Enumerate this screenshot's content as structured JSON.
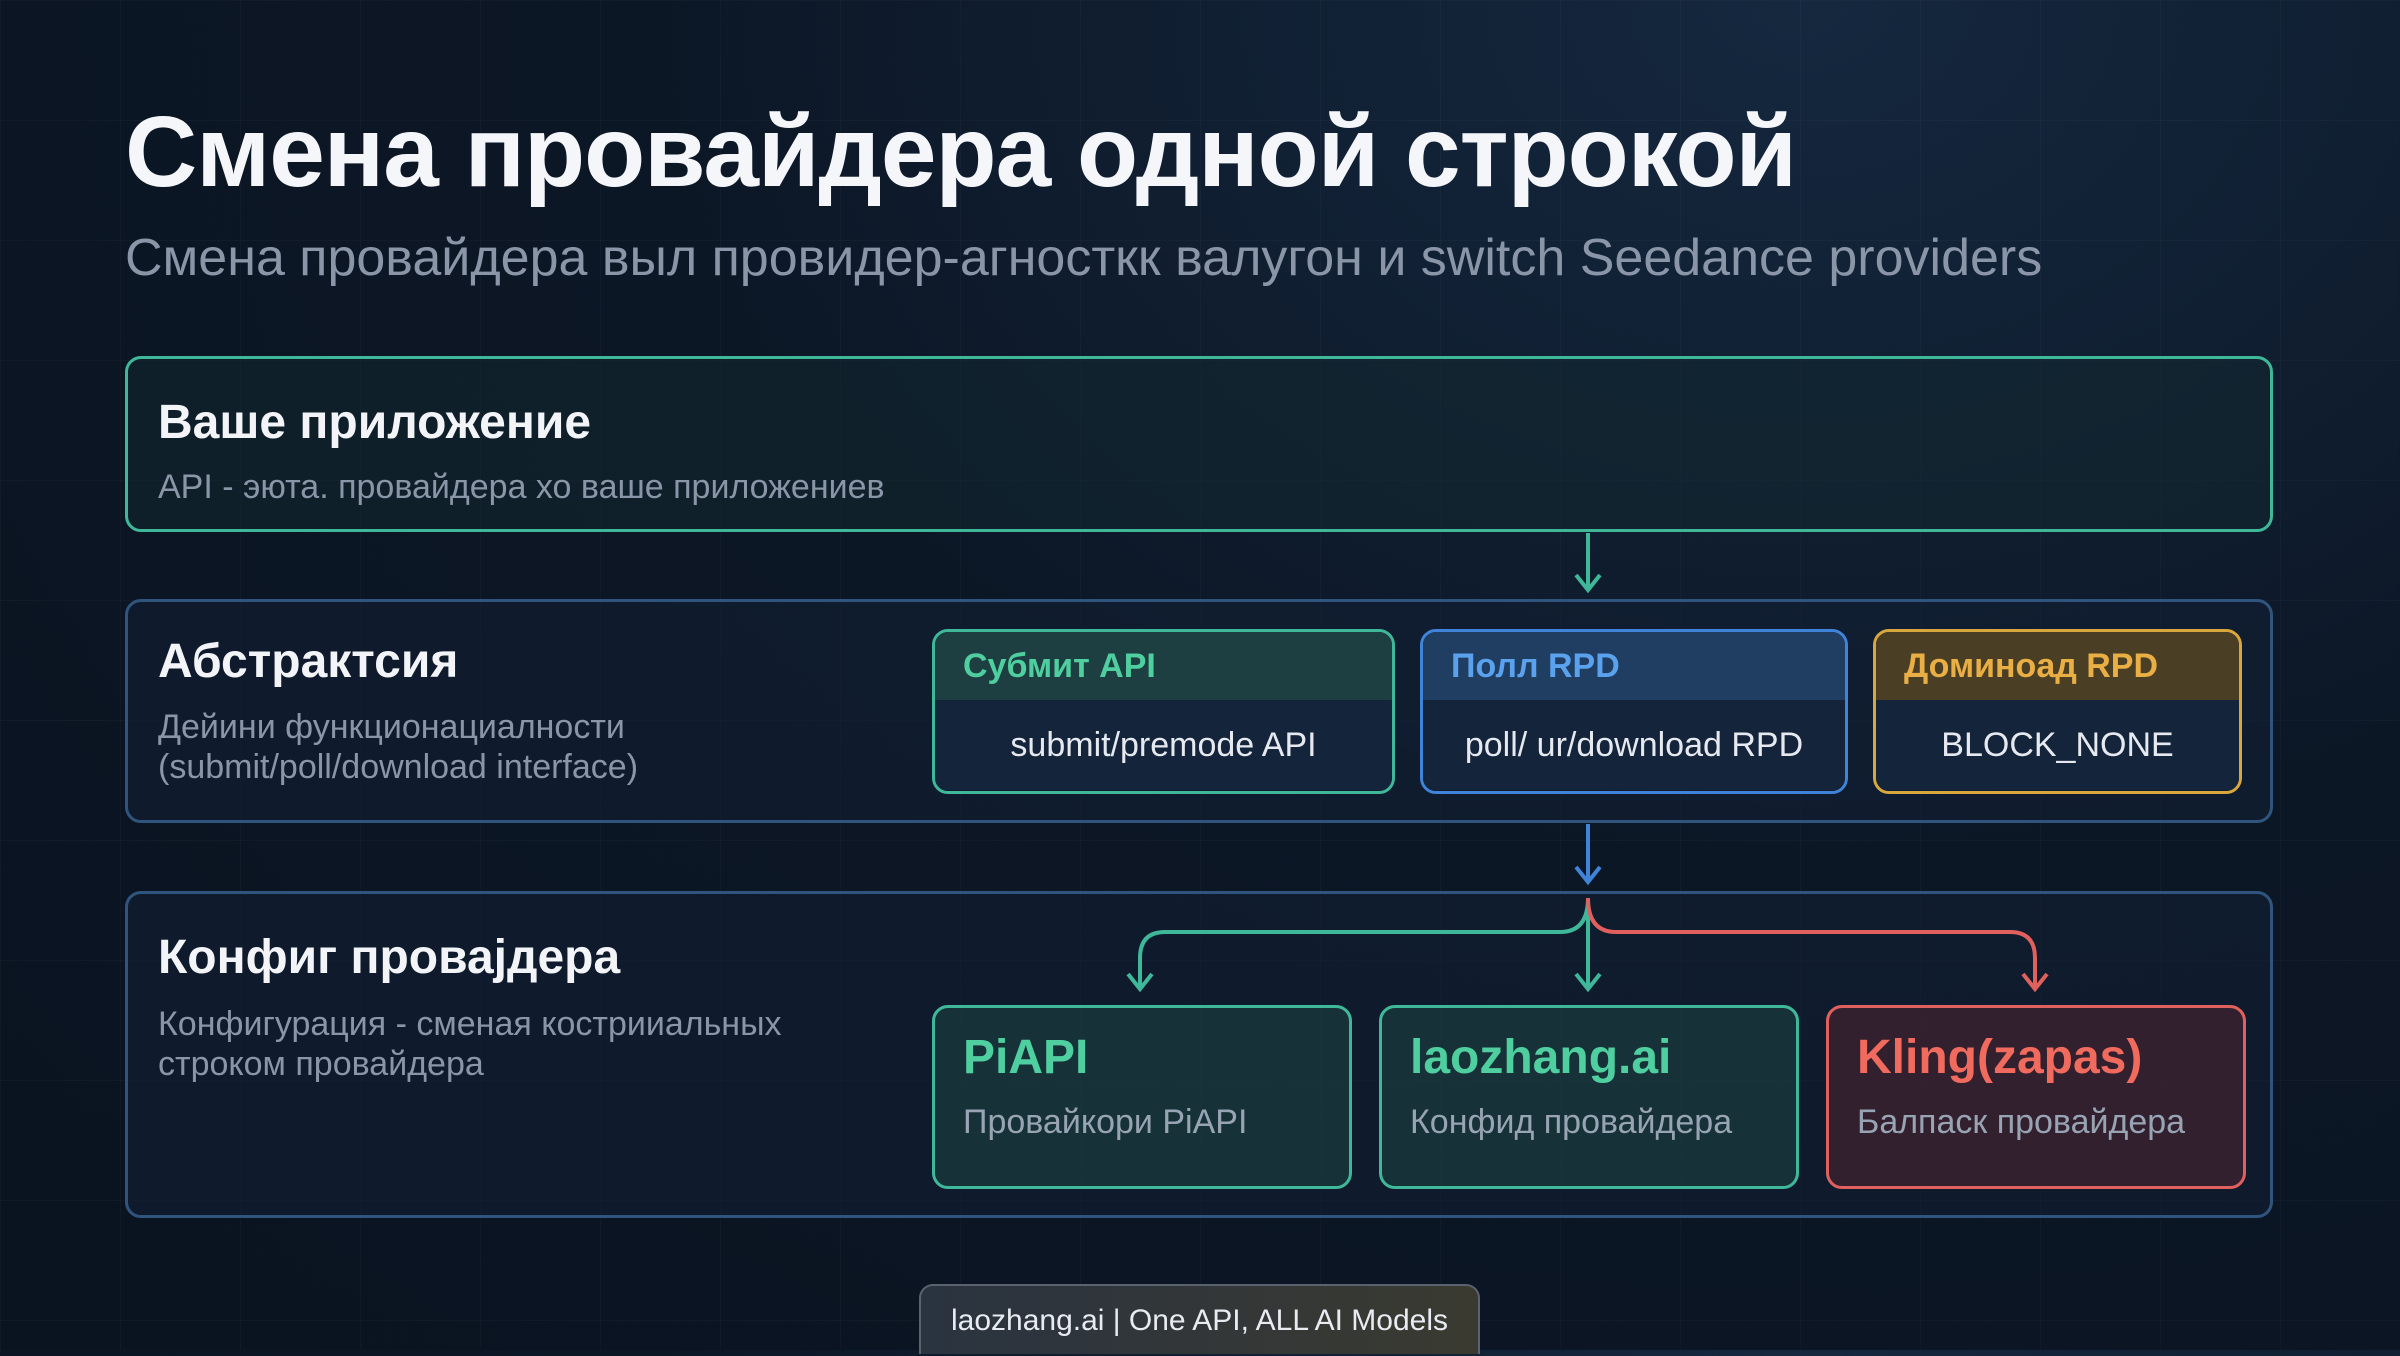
{
  "title": "Смена провайдера одной строкой",
  "subtitle": "Смена провайдера выл провидер-агносткк валугон и switch Seedance providers",
  "app_layer": {
    "title": "Ваше приложение",
    "desc": "API - эюта. провайдера хо ваше приложениев"
  },
  "abstraction_layer": {
    "title": "Абстрактсия",
    "desc_line1": "Дейини функционациалности",
    "desc_line2": "(submit/poll/download interface)",
    "boxes": [
      {
        "head": "Субмит API",
        "body": "submit/premode API"
      },
      {
        "head": "Полл RPD",
        "body": "poll/ ur/download RPD"
      },
      {
        "head": "Доминоад RPD",
        "body": "BLOCK_NONE"
      }
    ]
  },
  "config_layer": {
    "title": "Конфиг проваjдера",
    "desc_line1": "Конфигурация - сменая кострииальных",
    "desc_line2": "строком провайдера",
    "providers": [
      {
        "name": "PiAPI",
        "desc": "Провайкори PiAPI"
      },
      {
        "name": "laozhang.ai",
        "desc": "Конфид провайдера"
      },
      {
        "name": "Kling(zapas)",
        "desc": "Балпаск провайдера"
      }
    ]
  },
  "colors": {
    "green": "#3fb89a",
    "blue": "#3f84d8",
    "gold": "#d9a83c",
    "red": "#e0605e"
  },
  "footer": "laozhang.ai | One API, ALL AI Models"
}
